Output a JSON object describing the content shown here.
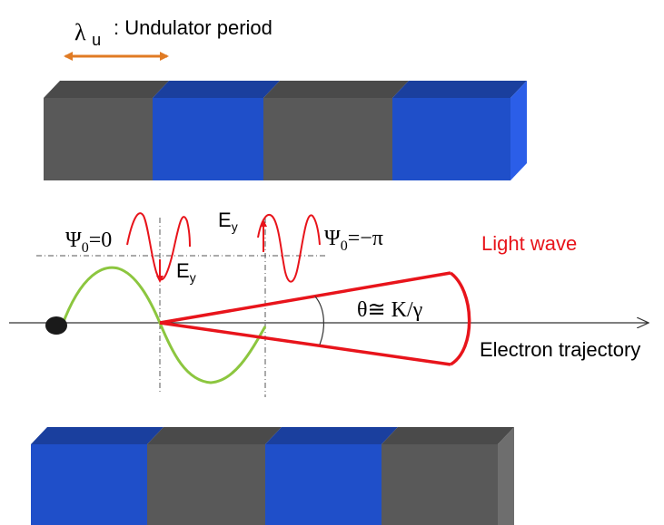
{
  "labels": {
    "lambda_symbol": "λ",
    "lambda_subscript": "u",
    "undulator_period": ": Undulator period",
    "psi_left": "Ψ",
    "psi_left_sub": "0",
    "psi_left_value": "=0",
    "psi_right": "Ψ",
    "psi_right_sub": "0",
    "psi_right_value": "=−π",
    "e_field_top": "E",
    "e_field_top_sub": "y",
    "e_field_bottom": "E",
    "e_field_bottom_sub": "y",
    "theta_relation": "θ≅ K/γ",
    "light_wave": "Light wave",
    "electron_trajectory": "Electron trajectory"
  },
  "colors": {
    "magnet_gray": "#595959",
    "magnet_gray_top": "#4a4a4a",
    "magnet_blue": "#1f4fc9",
    "magnet_blue_top": "#1a3f9e",
    "magnet_blue_side": "#2b5ee8",
    "magnet_gray_side": "#6e6e6e",
    "period_arrow": "#e07b24",
    "light_wave": "#e8141b",
    "electron_path": "#8cc63f",
    "axis": "#333333",
    "electron": "#1a1a1a"
  },
  "magnets": {
    "top_row": [
      "gray",
      "blue",
      "gray",
      "blue"
    ],
    "bottom_row": [
      "blue",
      "gray",
      "blue",
      "gray"
    ]
  }
}
